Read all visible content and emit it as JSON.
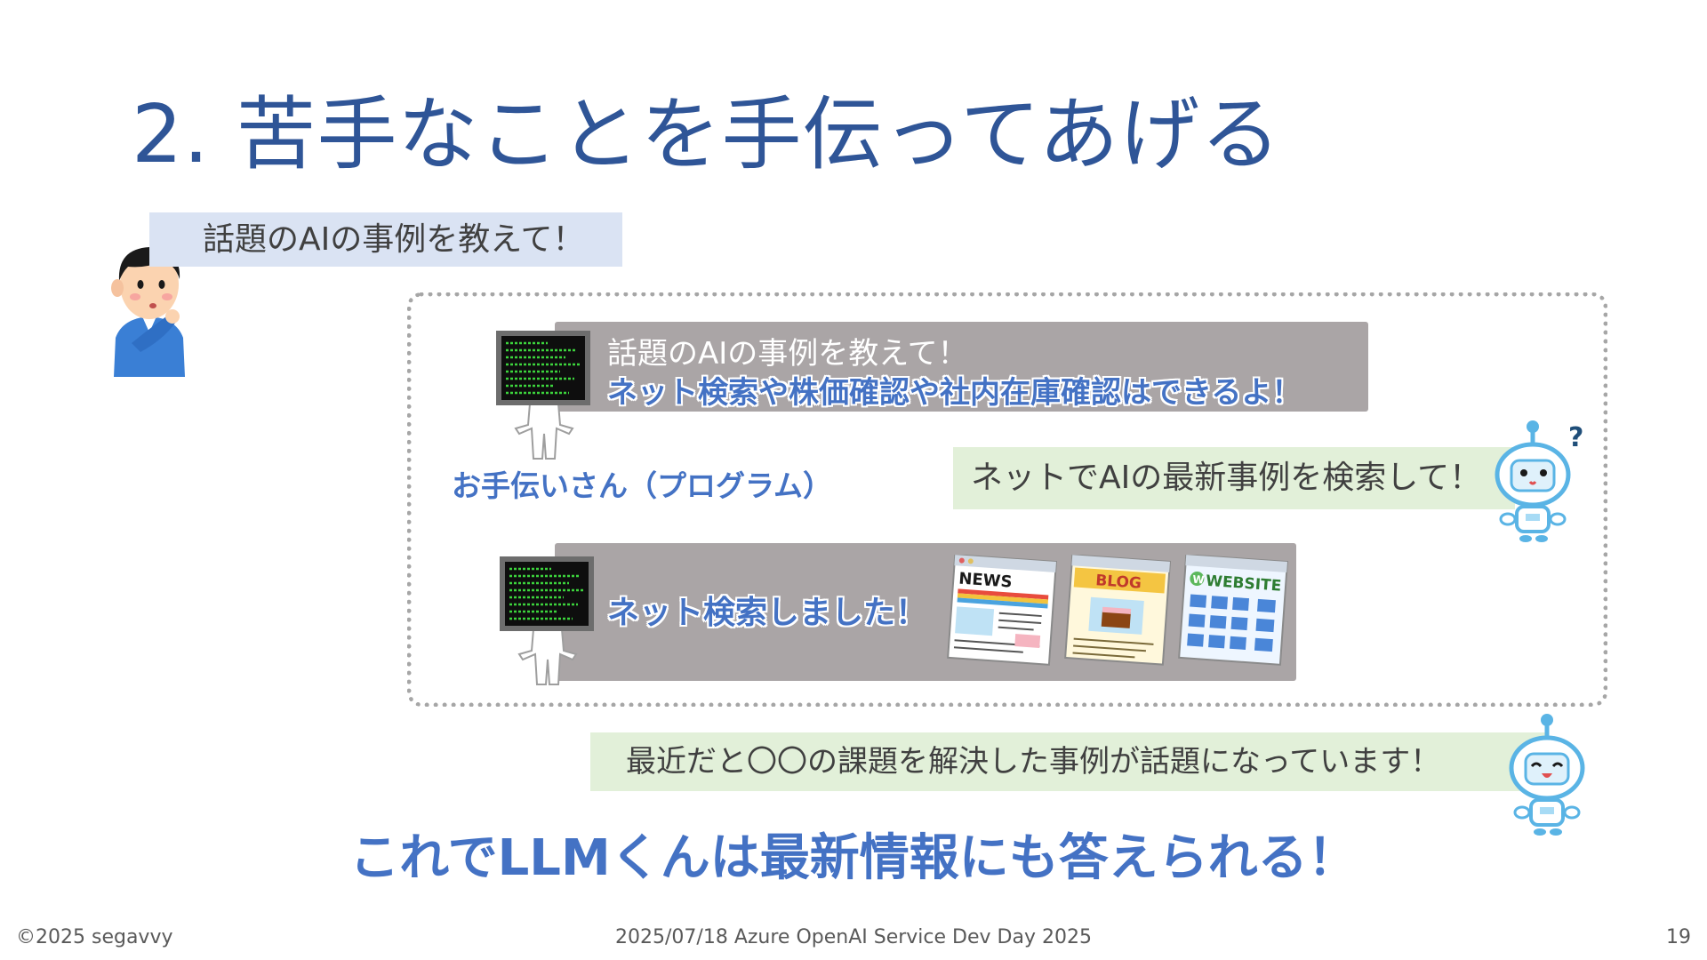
{
  "slide": {
    "title": "2. 苦手なことを手伝ってあげる",
    "user_question": "話題のAIの事例を教えて！",
    "helper": {
      "forwarded_question": "話題のAIの事例を教えて！",
      "capabilities": "ネット検索や株価確認や社内在庫確認はできるよ！",
      "label": "お手伝いさん（プログラム）",
      "search_result": "ネット検索しました！"
    },
    "llm_request": "ネットでAIの最新事例を検索して！",
    "llm_answer": "最近だと〇〇の課題を解決した事例が話題になっています！",
    "conclusion": "これでLLMくんは最新情報にも答えられる！",
    "site_cards": {
      "news": "NEWS",
      "blog": "BLOG",
      "website": "WEBSITE"
    }
  },
  "footer": {
    "copyright": "©2025 segavvy",
    "event": "2025/07/18 Azure OpenAI Service Dev Day 2025",
    "page_number": "19"
  },
  "colors": {
    "title": "#2f5597",
    "accent_blue": "#4472c4",
    "user_bubble": "#dae3f3",
    "llm_bubble": "#e2f0d9",
    "helper_bar": "#aaa5a6"
  },
  "icons": {
    "user": "thinking-man-icon",
    "helper": "computer-terminal-person-icon",
    "robot_question": "confused-robot-icon",
    "robot_happy": "happy-robot-icon"
  }
}
